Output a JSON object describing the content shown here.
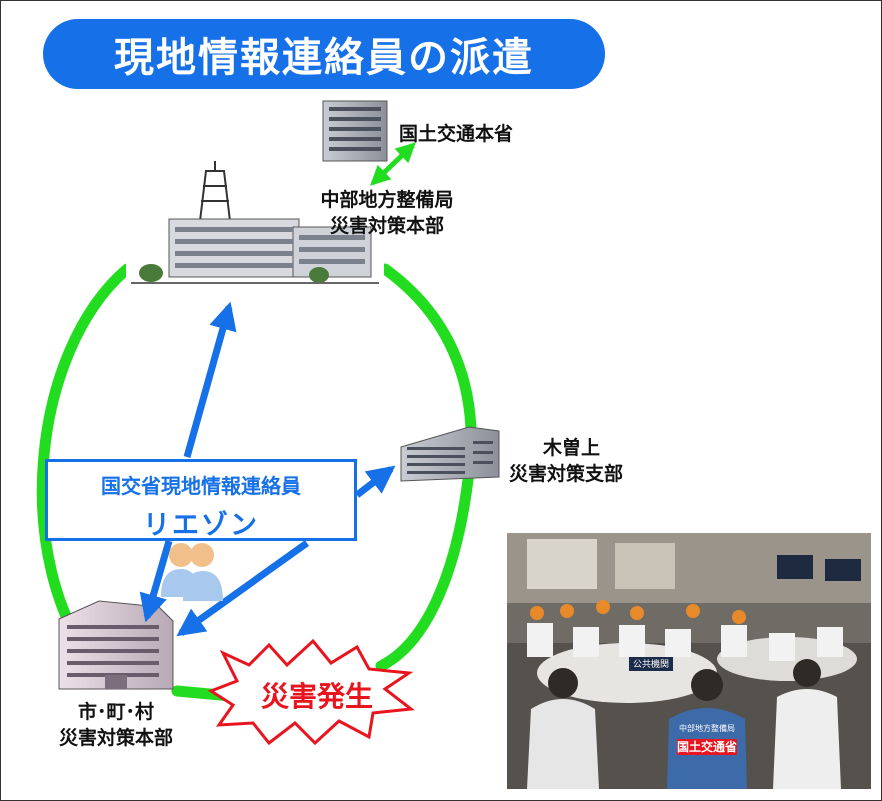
{
  "title": "現地情報連絡員の派遣",
  "nodes": {
    "ministry": {
      "label": "国土交通本省"
    },
    "regional_bureau": {
      "label_line1": "中部地方整備局",
      "label_line2": "災害対策本部"
    },
    "kiso_branch": {
      "label_line1": "木曽上",
      "label_line2": "災害対策支部"
    },
    "municipality": {
      "label_line1": "市･町･村",
      "label_line2": "災害対策本部"
    }
  },
  "liaison": {
    "line1": "国交省現地情報連絡員",
    "line2": "リエゾン"
  },
  "disaster": {
    "label": "災害発生"
  },
  "photo": {
    "vest_text": "国土交通省",
    "vest_small_text": "中部地方整備局",
    "sign_text": "公共機関"
  },
  "colors": {
    "title_bg": "#1670e8",
    "cycle_green": "#22dd1f",
    "arrow_blue": "#1670e8",
    "disaster_red": "#e8141e"
  }
}
